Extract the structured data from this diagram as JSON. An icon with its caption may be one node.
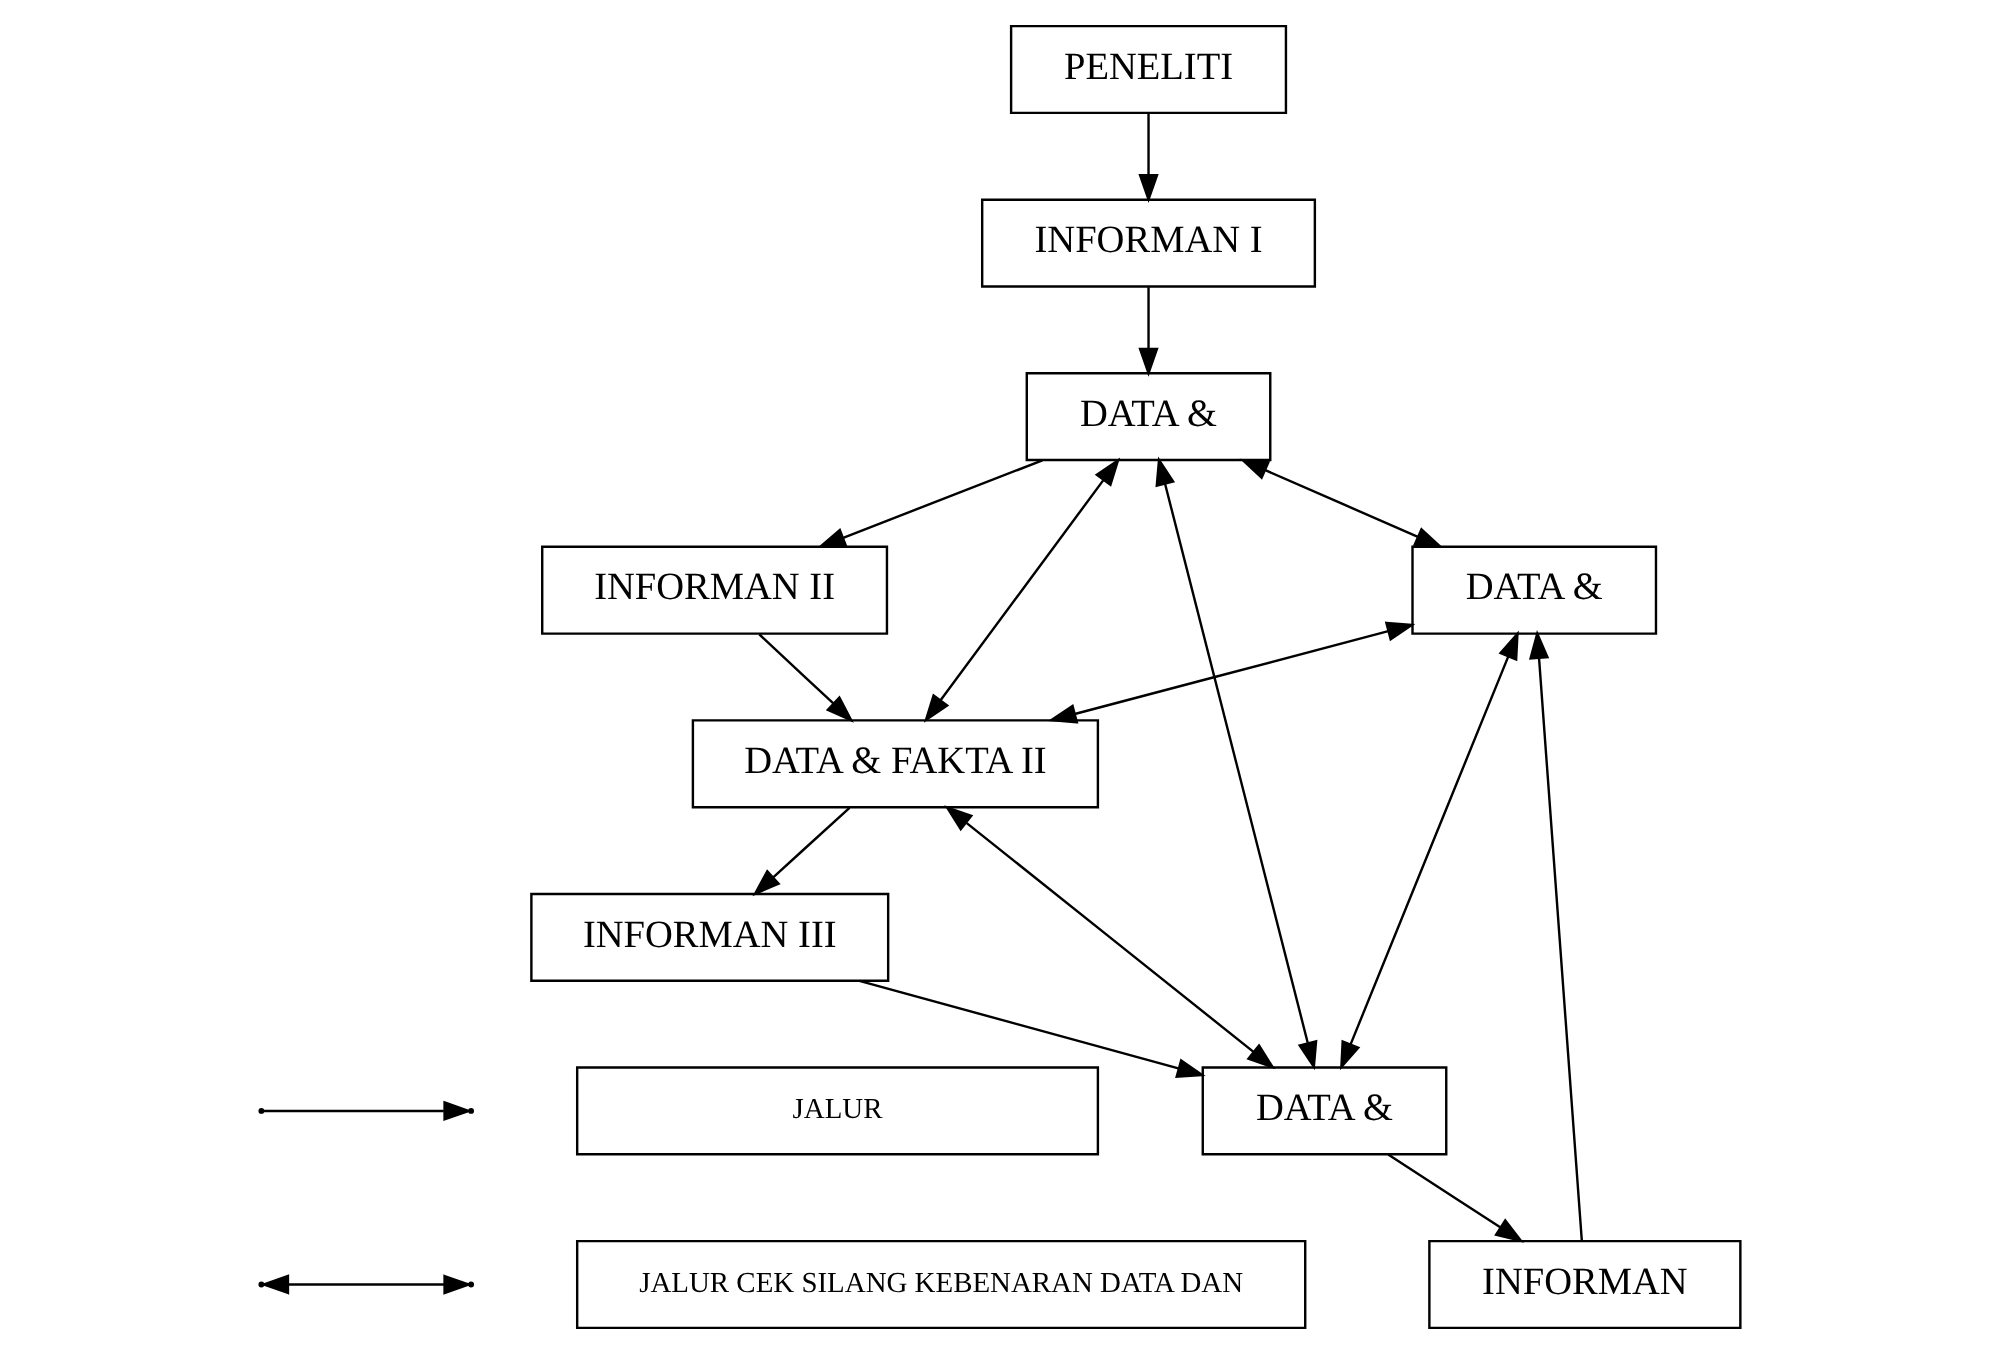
{
  "diagram": {
    "nodes": [
      {
        "text": [
          "PENELITI"
        ]
      },
      {
        "text": [
          "INFORMAN I"
        ]
      },
      {
        "text": [
          "DATA &"
        ]
      },
      {
        "text": [
          "DATA &"
        ]
      },
      {
        "text": [
          "INFORMAN II"
        ]
      },
      {
        "text": [
          "INFORMAN"
        ]
      },
      {
        "text": [
          "DATA & FAKTA II"
        ]
      },
      {
        "text": [
          "DATA &"
        ]
      },
      {
        "text": [
          "INFORMAN III"
        ]
      }
    ],
    "edges": [
      {
        "from": 0,
        "to": 1,
        "arrow": "to"
      },
      {
        "from": 1,
        "to": 2,
        "arrow": "to"
      },
      {
        "from": 2,
        "to": 4,
        "arrow": "to"
      },
      {
        "from": 2,
        "to": 3,
        "arrow": "both"
      },
      {
        "from": 4,
        "to": 6,
        "arrow": "to"
      },
      {
        "from": 2,
        "to": 6,
        "arrow": "both"
      },
      {
        "from": 3,
        "to": 6,
        "arrow": "both"
      },
      {
        "from": 2,
        "to": 7,
        "arrow": "both"
      },
      {
        "from": 3,
        "to": 7,
        "arrow": "both"
      },
      {
        "from": 6,
        "to": 7,
        "arrow": "both"
      },
      {
        "from": 6,
        "to": 8,
        "arrow": "to"
      },
      {
        "from": 8,
        "to": 7,
        "arrow": "to"
      },
      {
        "from": 7,
        "to": 5,
        "arrow": "to"
      },
      {
        "from": 5,
        "to": 3,
        "arrow": "to"
      }
    ],
    "legend": [
      {
        "text": "JALUR"
      },
      {
        "text": "JALUR CEK SILANG KEBENARAN DATA DAN"
      }
    ]
  }
}
